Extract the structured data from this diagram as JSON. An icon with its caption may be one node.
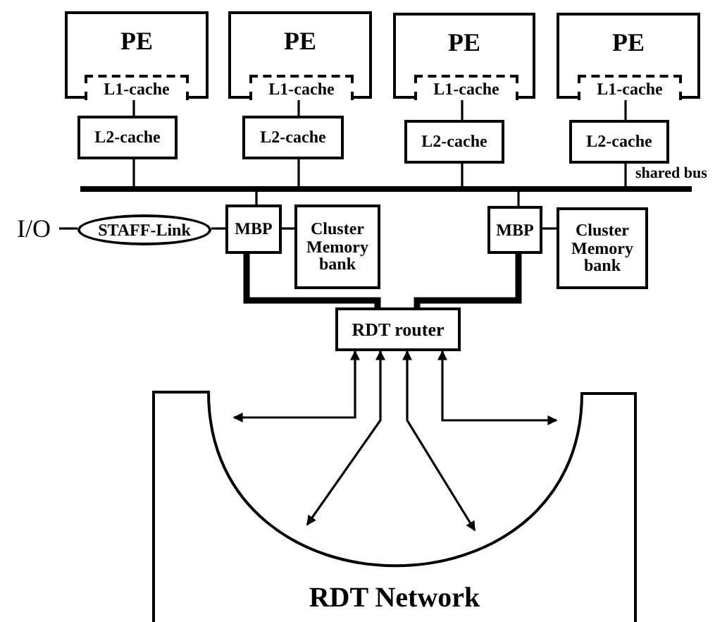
{
  "diagram": {
    "nodes": [
      {
        "text": [
          "PE"
        ]
      },
      {
        "text": [
          "PE"
        ]
      },
      {
        "text": [
          "PE"
        ]
      },
      {
        "text": [
          "PE"
        ]
      },
      {
        "text": [
          "L1-cache"
        ],
        "in": 0
      },
      {
        "text": [
          "L1-cache"
        ],
        "in": 1
      },
      {
        "text": [
          "L1-cache"
        ],
        "in": 2
      },
      {
        "text": [
          "L1-cache"
        ],
        "in": 3
      },
      {
        "text": [
          "L2-cache"
        ]
      },
      {
        "text": [
          "L2-cache"
        ]
      },
      {
        "text": [
          "L2-cache"
        ]
      },
      {
        "text": [
          "L2-cache"
        ]
      },
      {
        "text": [],
        "shape": "bar",
        "beside": [
          "shared bus"
        ]
      },
      {
        "text": [
          "I/O"
        ]
      },
      {
        "text": [
          "STAFF-Link"
        ]
      },
      {
        "text": [
          "MBP"
        ]
      },
      {
        "text": [
          "Cluster Memory bank"
        ]
      },
      {
        "text": [
          "MBP"
        ]
      },
      {
        "text": [
          "Cluster Memory bank"
        ]
      },
      {
        "text": [
          "RDT router"
        ]
      },
      {
        "text": [
          "RDT Network"
        ]
      }
    ],
    "edges": [
      {
        "from": 4,
        "to": 8,
        "arrow": "none"
      },
      {
        "from": 5,
        "to": 9,
        "arrow": "none"
      },
      {
        "from": 6,
        "to": 10,
        "arrow": "none"
      },
      {
        "from": 7,
        "to": 11,
        "arrow": "none"
      },
      {
        "from": 8,
        "to": 12,
        "arrow": "none"
      },
      {
        "from": 9,
        "to": 12,
        "arrow": "none"
      },
      {
        "from": 10,
        "to": 12,
        "arrow": "none"
      },
      {
        "from": 11,
        "to": 12,
        "arrow": "none"
      },
      {
        "from": 12,
        "to": 15,
        "arrow": "none"
      },
      {
        "from": 12,
        "to": 17,
        "arrow": "none"
      },
      {
        "from": 13,
        "to": 14,
        "arrow": "none"
      },
      {
        "from": 14,
        "to": 15,
        "arrow": "none"
      },
      {
        "from": 15,
        "to": 16,
        "arrow": "none"
      },
      {
        "from": 17,
        "to": 18,
        "arrow": "none"
      },
      {
        "from": 15,
        "to": 19,
        "arrow": "none",
        "style": "thick"
      },
      {
        "from": 17,
        "to": 19,
        "arrow": "none",
        "style": "thick"
      },
      {
        "from": 19,
        "to": 20,
        "arrow": "both"
      },
      {
        "from": 19,
        "to": 20,
        "arrow": "both"
      },
      {
        "from": 19,
        "to": 20,
        "arrow": "both"
      },
      {
        "from": 19,
        "to": 20,
        "arrow": "both"
      }
    ]
  }
}
